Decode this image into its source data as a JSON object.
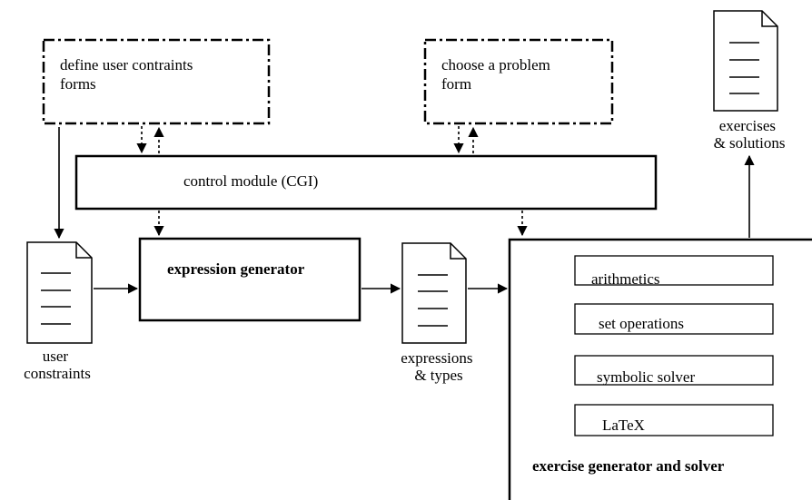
{
  "boxes": {
    "define_forms": "define user contraints\nforms",
    "choose_form": "choose a problem\nform",
    "control_module": "control module (CGI)",
    "expression_generator": "expression generator",
    "exercise_generator": "exercise  generator and solver",
    "submodules": [
      "arithmetics",
      "set operations",
      "symbolic solver",
      "LaTeX"
    ]
  },
  "documents": {
    "user_constraints": "user\nconstraints",
    "expressions_types": "expressions\n& types",
    "exercises_solutions": "exercises\n& solutions"
  },
  "colors": {
    "stroke": "#000000",
    "background": "#ffffff"
  }
}
